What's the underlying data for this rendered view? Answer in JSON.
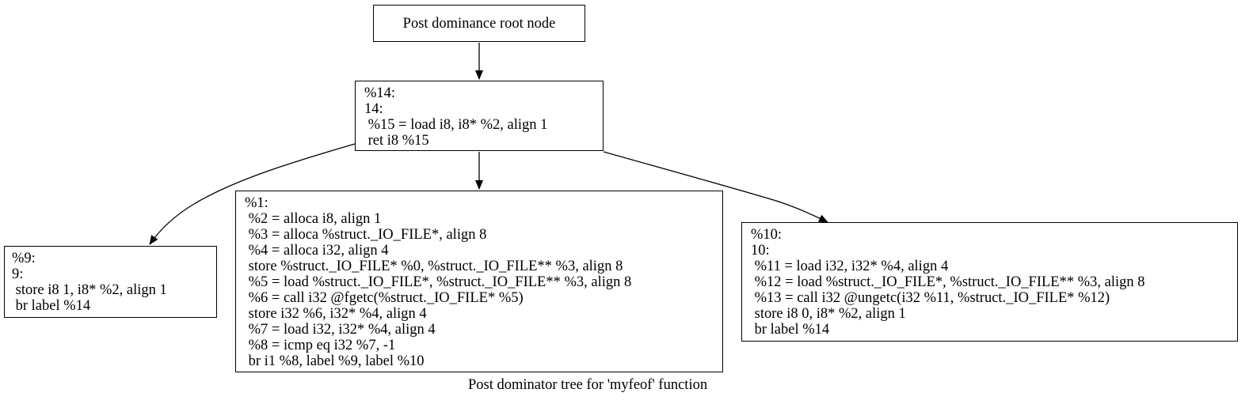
{
  "diagram": {
    "caption": "Post dominator tree for 'myfeof' function",
    "colors": {
      "stroke": "#000000",
      "fill": "#ffffff",
      "text": "#000000"
    },
    "nodes": [
      {
        "id": "root",
        "lines": [
          "Post dominance root node"
        ]
      },
      {
        "id": "n14",
        "lines": [
          "%14:",
          "14:",
          " %15 = load i8, i8* %2, align 1",
          " ret i8 %15"
        ]
      },
      {
        "id": "n9",
        "lines": [
          "%9:",
          "9:",
          " store i8 1, i8* %2, align 1",
          " br label %14"
        ]
      },
      {
        "id": "n1",
        "lines": [
          "%1:",
          " %2 = alloca i8, align 1",
          " %3 = alloca %struct._IO_FILE*, align 8",
          " %4 = alloca i32, align 4",
          " store %struct._IO_FILE* %0, %struct._IO_FILE** %3, align 8",
          " %5 = load %struct._IO_FILE*, %struct._IO_FILE** %3, align 8",
          " %6 = call i32 @fgetc(%struct._IO_FILE* %5)",
          " store i32 %6, i32* %4, align 4",
          " %7 = load i32, i32* %4, align 4",
          " %8 = icmp eq i32 %7, -1",
          " br i1 %8, label %9, label %10"
        ]
      },
      {
        "id": "n10",
        "lines": [
          "%10:",
          "10:",
          " %11 = load i32, i32* %4, align 4",
          " %12 = load %struct._IO_FILE*, %struct._IO_FILE** %3, align 8",
          " %13 = call i32 @ungetc(i32 %11, %struct._IO_FILE* %12)",
          " store i8 0, i8* %2, align 1",
          " br label %14"
        ]
      }
    ],
    "edges": [
      {
        "from": "root",
        "to": "n14"
      },
      {
        "from": "n14",
        "to": "n9"
      },
      {
        "from": "n14",
        "to": "n1"
      },
      {
        "from": "n14",
        "to": "n10"
      }
    ]
  }
}
